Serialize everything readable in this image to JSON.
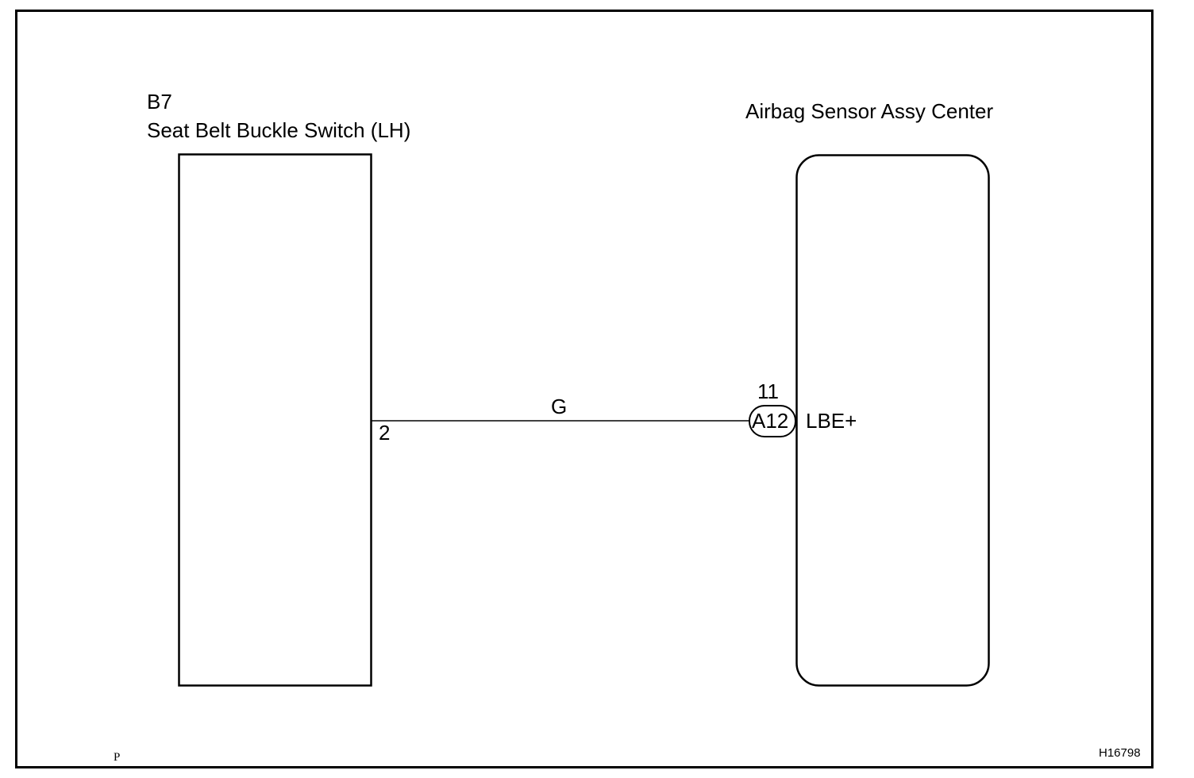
{
  "components": {
    "switch": {
      "code": "B7",
      "name": "Seat Belt Buckle Switch (LH)",
      "pin": "2"
    },
    "sensor": {
      "name": "Airbag Sensor Assy Center",
      "pin": "11",
      "connector": "A12",
      "terminal": "LBE+"
    }
  },
  "wire": {
    "color_code": "G"
  },
  "footer": {
    "left_mark": "P",
    "figure_id": "H16798"
  },
  "colors": {
    "line": "#000000",
    "background": "#ffffff"
  }
}
